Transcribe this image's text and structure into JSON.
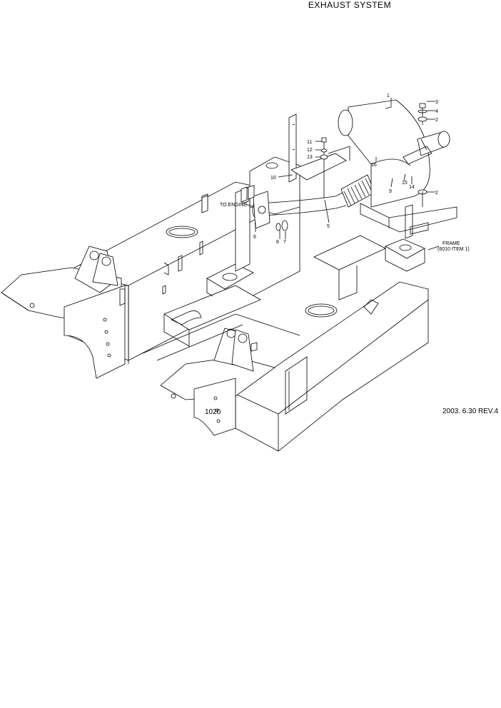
{
  "title": "EXHAUST SYSTEM",
  "revision": "2003. 6.30 REV.4",
  "callouts": {
    "c1": "1",
    "c2a": "2",
    "c2b": "2",
    "c3": "3",
    "c4": "4",
    "c5": "5",
    "c6": "6",
    "c7": "7",
    "c8": "8",
    "c9": "9",
    "c10": "10",
    "c11": "11",
    "c12": "12",
    "c13": "13",
    "c14": "14",
    "c15": "15",
    "c16": "16",
    "c1020": "1020"
  },
  "labels": {
    "to_engine": "TO ENGINE",
    "frame_line1": "FRAME",
    "frame_line2": "(6010 ITEM 1)"
  }
}
